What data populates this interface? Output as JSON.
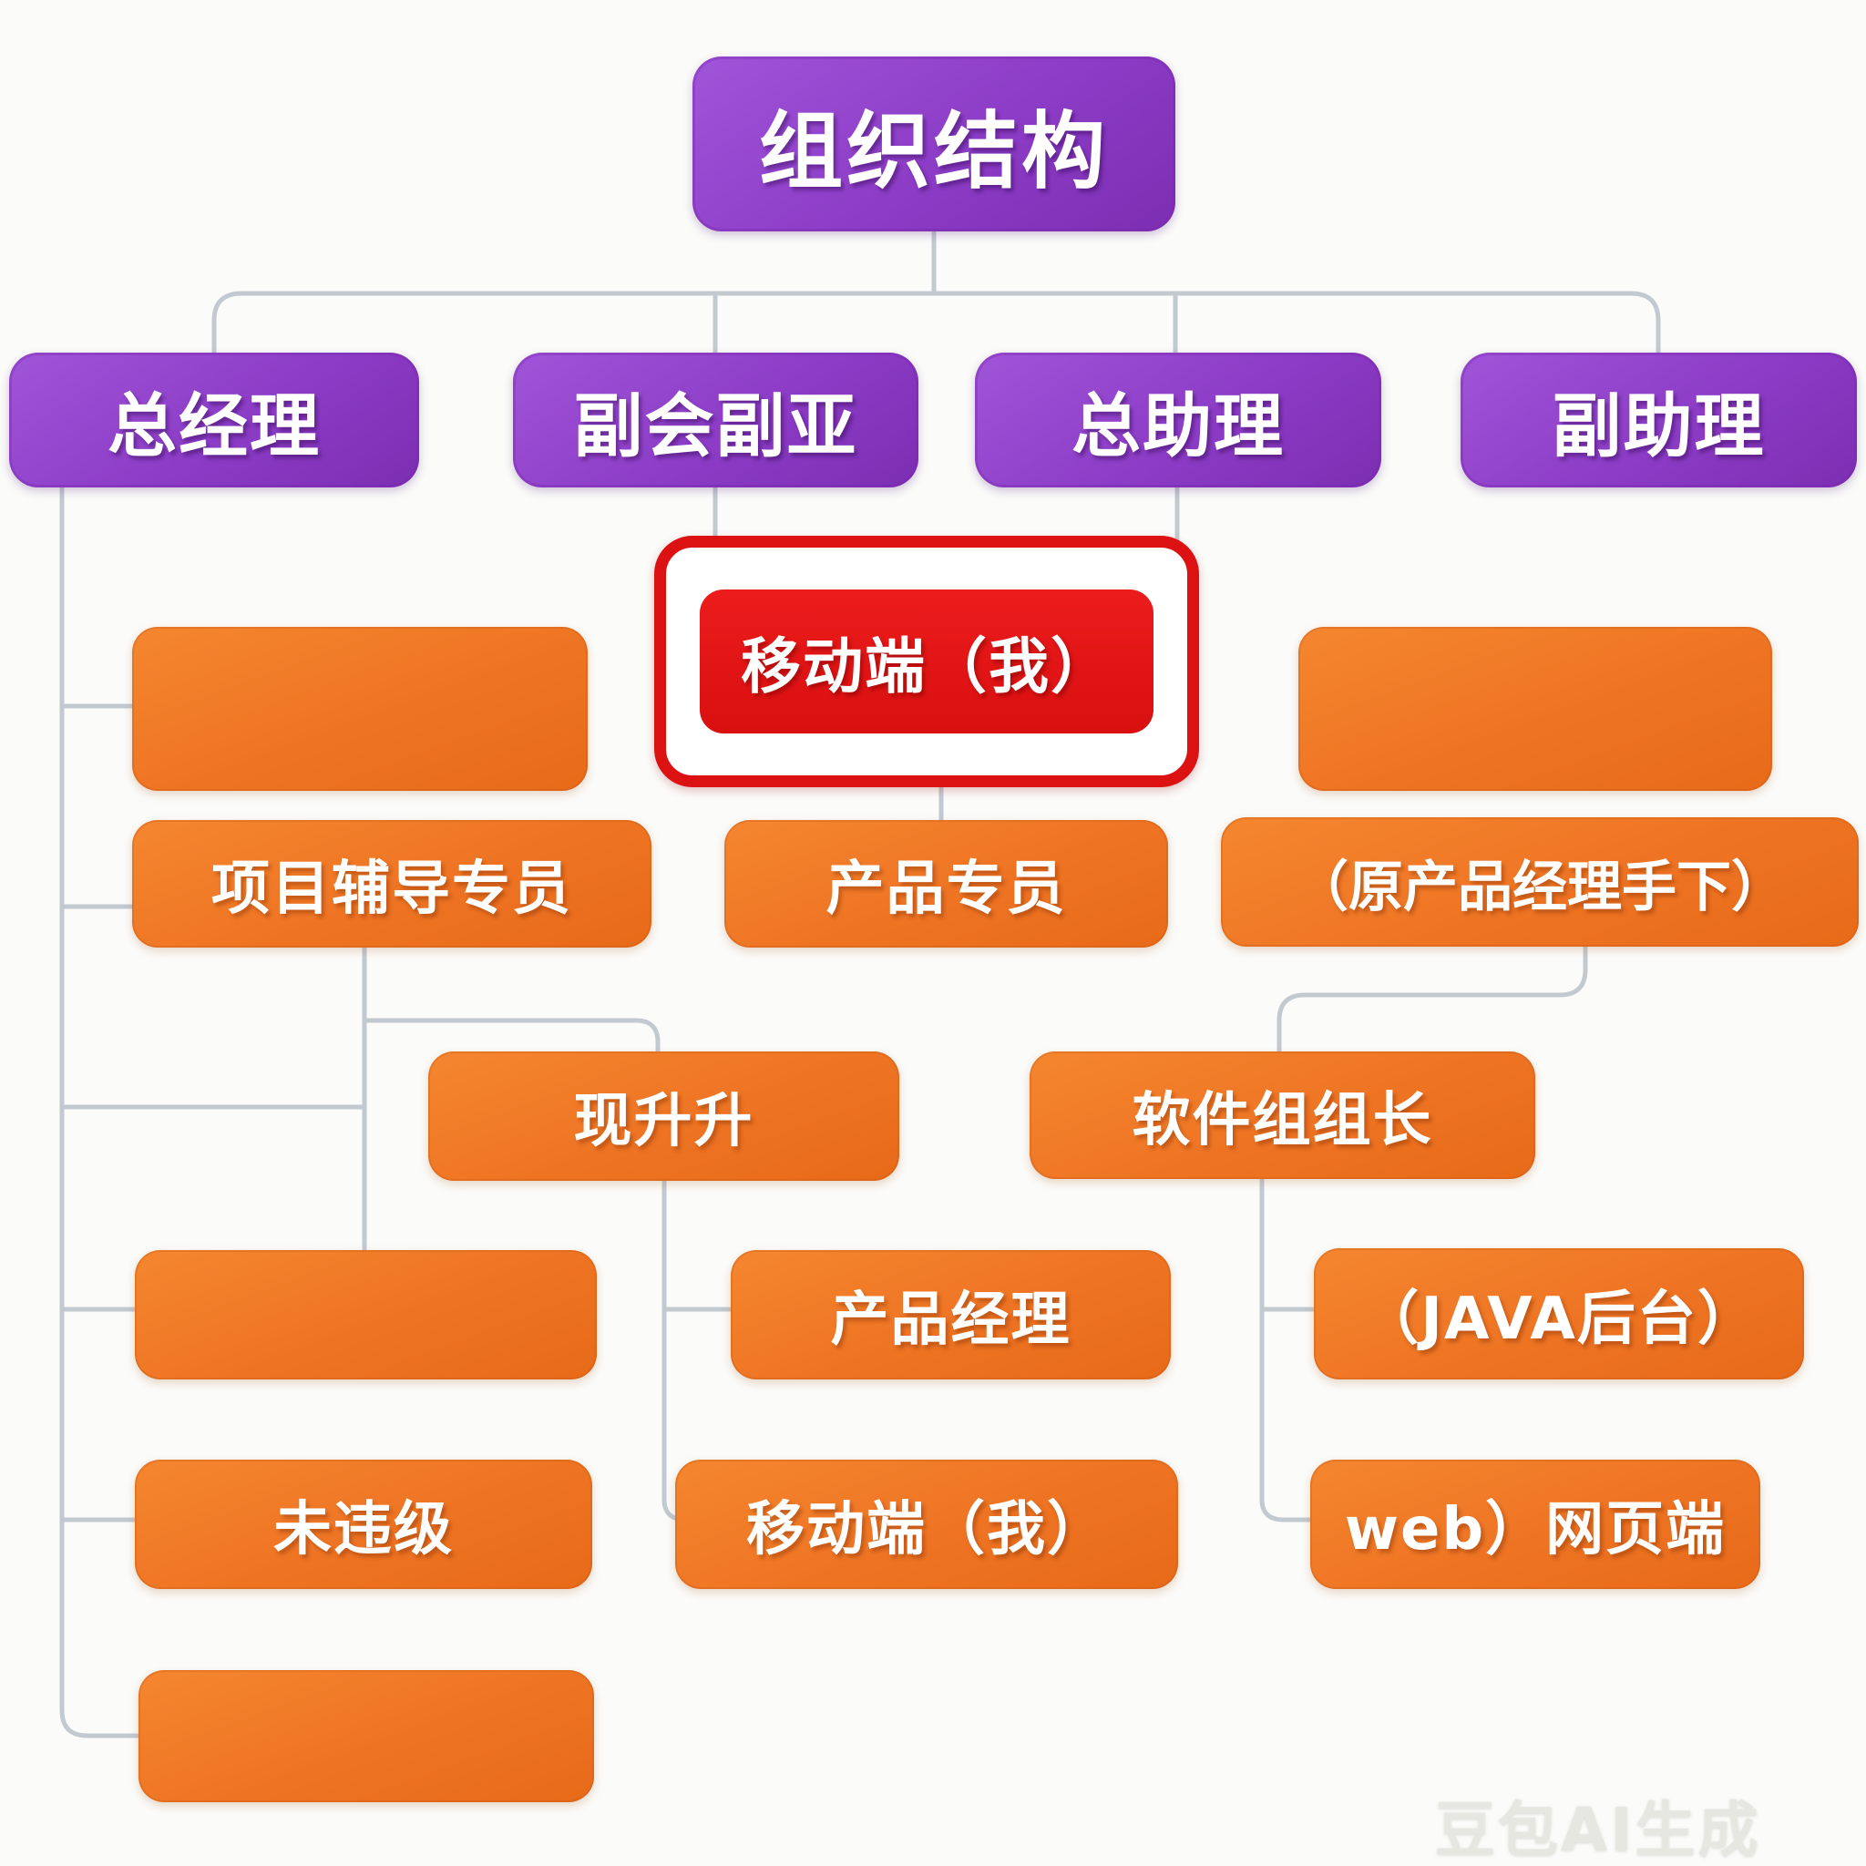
{
  "nodes": {
    "title": {
      "label": "组织结构"
    },
    "general_manager": {
      "label": "总经理"
    },
    "vice_president": {
      "label": "副会副亚"
    },
    "chief_assistant": {
      "label": "总助理"
    },
    "deputy_assistant": {
      "label": "副助理"
    },
    "blank_row3_left": {
      "label": ""
    },
    "mobile_me_highlight": {
      "label": "移动端（我）"
    },
    "blank_row3_right": {
      "label": ""
    },
    "project_coach": {
      "label": "项目辅导专员"
    },
    "product_specialist": {
      "label": "产品专员"
    },
    "former_pm_note": {
      "label": "（原产品经理手下）"
    },
    "xian_sheng_sheng": {
      "label": "现升升"
    },
    "software_group_lead": {
      "label": "软件组组长"
    },
    "blank_row6_left": {
      "label": ""
    },
    "product_manager": {
      "label": "产品经理"
    },
    "java_backend": {
      "label": "（JAVA后台）"
    },
    "wei_wei_ji": {
      "label": "未违级"
    },
    "mobile_me": {
      "label": "移动端（我）"
    },
    "web_frontend": {
      "label": "web）网页端"
    },
    "blank_row8_left": {
      "label": ""
    }
  },
  "watermark": {
    "label": "豆包AI生成"
  },
  "colors": {
    "purple": "#8c3cc6",
    "orange": "#ee7423",
    "highlight_red": "#dc1212",
    "connector_gray": "#c3c9d1",
    "background": "#fbfbf9",
    "text": "#ffffff"
  }
}
